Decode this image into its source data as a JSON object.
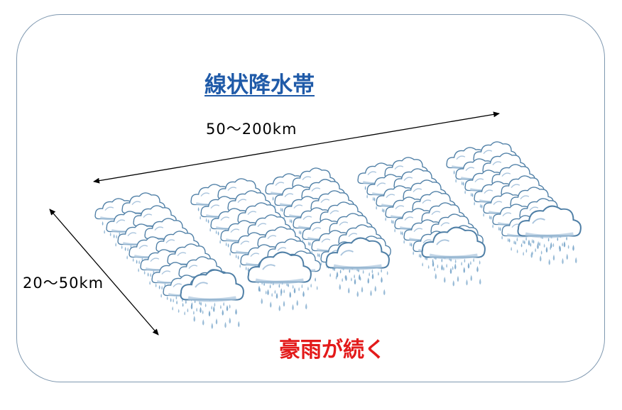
{
  "title": "線状降水帯",
  "length_label": "50～200km",
  "width_label": "20～50km",
  "caption": "豪雨が続く",
  "colors": {
    "title": "#1f5aa8",
    "caption": "#e31a1a",
    "cloud_fill": "#ffffff",
    "cloud_edge": "#4f7fa6",
    "cloud_shade": "#a9c4dd",
    "rain": "#6f9fc6",
    "frame": "#7f98b0"
  },
  "icons": [
    "rain-cloud-icon",
    "arrow-icon"
  ]
}
